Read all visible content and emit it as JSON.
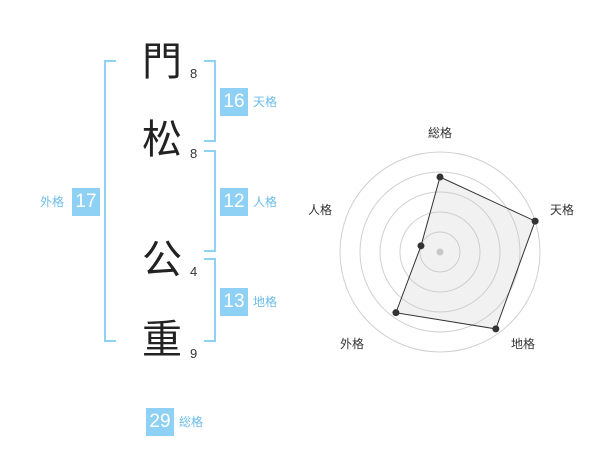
{
  "name_chars": [
    {
      "char": "門",
      "strokes": "8"
    },
    {
      "char": "松",
      "strokes": "8"
    },
    {
      "char": "公",
      "strokes": "4"
    },
    {
      "char": "重",
      "strokes": "9"
    }
  ],
  "kaku": {
    "tenkaku": {
      "value": "16",
      "label": "天格"
    },
    "jinkaku": {
      "value": "12",
      "label": "人格"
    },
    "chikaku": {
      "value": "13",
      "label": "地格"
    },
    "gaikaku": {
      "value": "17",
      "label": "外格"
    },
    "soukaku": {
      "value": "29",
      "label": "総格"
    }
  },
  "colors": {
    "accent": "#8fd0f5",
    "accent_text": "#6bbce9"
  },
  "chart_data": {
    "type": "radar",
    "axes": [
      "総格",
      "天格",
      "地格",
      "外格",
      "人格"
    ],
    "values": [
      0.75,
      1.0,
      0.95,
      0.75,
      0.2
    ],
    "max": 1.0,
    "rings": 5
  }
}
